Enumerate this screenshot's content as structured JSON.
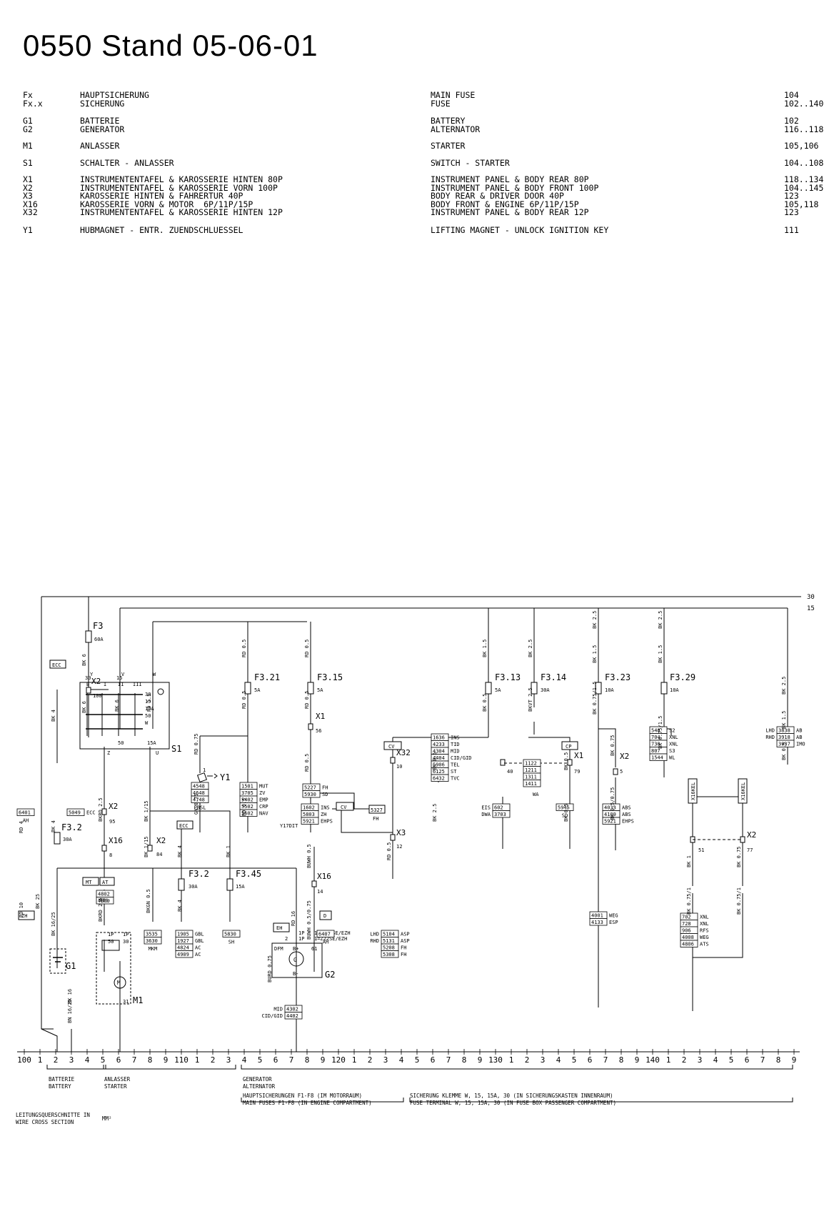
{
  "title": "0550 Stand 05-06-01",
  "legend": [
    {
      "codes": "Fx\nFx.x",
      "de": "HAUPTSICHERUNG\nSICHERUNG",
      "en": "MAIN FUSE\nFUSE",
      "ref": "104\n102..140"
    },
    {
      "codes": "G1\nG2",
      "de": "BATTERIE\nGENERATOR",
      "en": "BATTERY\nALTERNATOR",
      "ref": "102\n116..118"
    },
    {
      "codes": "M1",
      "de": "ANLASSER",
      "en": "STARTER",
      "ref": "105,106"
    },
    {
      "codes": "S1",
      "de": "SCHALTER - ANLASSER",
      "en": "SWITCH - STARTER",
      "ref": "104..108"
    },
    {
      "codes": "X1\nX2\nX3\nX16\nX32",
      "de": "INSTRUMENTENTAFEL & KAROSSERIE HINTEN 80P\nINSTRUMENTENTAFEL & KAROSSERIE VORN 100P\nKAROSSERIE HINTEN & FAHRERTUR 40P\nKAROSSERIE VORN & MOTOR  6P/11P/15P\nINSTRUMENTENTAFEL & KAROSSERIE HINTEN 12P",
      "en": "INSTRUMENT PANEL & BODY REAR 80P\nINSTRUMENT PANEL & BODY FRONT 100P\nBODY REAR & DRIVER DOOR 40P\nBODY FRONT & ENGINE 6P/11P/15P\nINSTRUMENT PANEL & BODY REAR 12P",
      "ref": "118..134\n104..145\n123\n105,118\n123"
    },
    {
      "codes": "Y1",
      "de": "HUBMAGNET - ENTR. ZUENDSCHLUESSEL",
      "en": "LIFTING MAGNET - UNLOCK IGNITION KEY",
      "ref": "111"
    }
  ],
  "schematic": {
    "rails": [
      "30",
      "15"
    ],
    "fuses": [
      {
        "name": "F3",
        "rating": "60A"
      },
      {
        "name": "F3.21",
        "rating": "5A"
      },
      {
        "name": "F3.15",
        "rating": "5A"
      },
      {
        "name": "F3.13",
        "rating": "5A"
      },
      {
        "name": "F3.14",
        "rating": "30A"
      },
      {
        "name": "F3.23",
        "rating": "10A"
      },
      {
        "name": "F3.29",
        "rating": "10A"
      },
      {
        "name": "F3.2",
        "rating": "30A"
      },
      {
        "name": "F3.2",
        "rating": "30A"
      },
      {
        "name": "F3.45",
        "rating": "15A"
      }
    ],
    "connectors": [
      {
        "name": "X2",
        "pin": "100"
      },
      {
        "name": "X1",
        "pin": "56"
      },
      {
        "name": "X32",
        "pin": "10"
      },
      {
        "name": "X1",
        "pin": "40"
      },
      {
        "name": "X1",
        "pin": "79"
      },
      {
        "name": "X2",
        "pin": "5"
      },
      {
        "name": "X2",
        "pin": "95"
      },
      {
        "name": "X16",
        "pin": "8"
      },
      {
        "name": "X2",
        "pin": "84"
      },
      {
        "name": "X3",
        "pin": "12"
      },
      {
        "name": "X16",
        "pin": "14"
      },
      {
        "name": "X2",
        "pin": "51"
      },
      {
        "name": "X2",
        "pin": "77"
      }
    ],
    "components": {
      "S1": "S1",
      "Y1": "Y1",
      "G1": "G1",
      "G2": "G2",
      "M1": "M1",
      "switch_terminals": [
        "30",
        "15",
        "Y",
        "V",
        "W",
        "B",
        "I",
        "II",
        "III",
        "30",
        "15",
        "15A",
        "50",
        "W",
        "50",
        "15A",
        "Z",
        "U"
      ],
      "y17dit": "Y17DIT",
      "g2_terms": [
        "DFM",
        "B+",
        "61",
        "B-",
        "2",
        "1P",
        "1P"
      ],
      "g2_note": [
        "1P=Z22SE/EZH",
        "1=Z22SE/EZH"
      ],
      "m1_terms": [
        "1P",
        "1P",
        "50",
        "30",
        "31"
      ]
    },
    "wire_labels": [
      "BK 6",
      "BK 6",
      "BK 6",
      "RD 1.5",
      "RD 0.5",
      "RD 0.5",
      "RD 0.5",
      "RD 0.5",
      "RD 0.75",
      "GN 0.75",
      "RD 0.5",
      "RD 0.5",
      "RD 0.5",
      "BK 1.5",
      "BK 0.5",
      "BK 2.5",
      "BKVT 2.5",
      "BK 2.5",
      "BK 1.5",
      "BK 0.75/1.5",
      "BK 0.75",
      "BK 0.5/0.75",
      "BK 2.5",
      "BK 1.5",
      "BK 0.75/1.5",
      "BK 2.5",
      "BK 1.5",
      "BK 0.5",
      "BK 0.5",
      "BK 2.5",
      "BK 0.5",
      "BK 0.5",
      "BK 4",
      "BK 4",
      "BKRD 2.5",
      "BK 1/15",
      "BK 1/15",
      "BK 4",
      "BK 1",
      "BK 1",
      "BK 0.75",
      "BK 0.75/1",
      "BK 0.75/1",
      "BK 4",
      "RD 4",
      "RD 10",
      "BK 25",
      "BK 16/25",
      "BN 16/25",
      "BK 16",
      "BKRD 2.5",
      "BKGN 0.5",
      "RD 16",
      "BUWH 0.5",
      "BUWH 0.5/0.75",
      "BURD 0.75"
    ],
    "boxes": {
      "ecc": "ECC",
      "cv": "CV",
      "cv2": "CV",
      "cp": "CP",
      "ecc2": "ECC",
      "mt": "MT",
      "at": "AT",
      "zh": "ZH",
      "eh": "EH",
      "d": "D",
      "x16kel1": "X16KEL",
      "x16kel2": "X16KEL",
      "fh_small": "5327",
      "fh_lbl": "FH",
      "wa_lbl": "WA"
    },
    "ref_blocks": [
      {
        "id": "ins1",
        "rows": [
          [
            "1636",
            "INS"
          ],
          [
            "4233",
            "TID"
          ],
          [
            "4304",
            "MID"
          ],
          [
            "4404",
            "CID/GID"
          ],
          [
            "5906",
            "TEL"
          ],
          [
            "6125",
            "ST"
          ],
          [
            "6432",
            "TVC"
          ]
        ]
      },
      {
        "id": "pbsl",
        "rows": [
          [
            "4548",
            ""
          ],
          [
            "4648",
            ""
          ],
          [
            "4748",
            ""
          ]
        ],
        "caption": "PBSL"
      },
      {
        "id": "mut",
        "rows": [
          [
            "1501",
            "MUT"
          ],
          [
            "3705",
            "ZV"
          ],
          [
            "5402",
            "EMP"
          ],
          [
            "5502",
            "CRP"
          ],
          [
            "5602",
            "NAV"
          ]
        ]
      },
      {
        "id": "fhsd",
        "rows": [
          [
            "5227",
            "FH"
          ],
          [
            "5930",
            "SD"
          ]
        ]
      },
      {
        "id": "wa",
        "rows": [
          [
            "1122",
            ""
          ],
          [
            "1211",
            ""
          ],
          [
            "1311",
            ""
          ],
          [
            "1411",
            ""
          ]
        ]
      },
      {
        "id": "sd",
        "rows": [
          [
            "5945",
            ""
          ]
        ],
        "caption": "SD"
      },
      {
        "id": "eis",
        "rows": [
          [
            "602",
            ""
          ],
          [
            "3703",
            ""
          ]
        ],
        "left": [
          "EIS",
          "DWA"
        ]
      },
      {
        "id": "abs",
        "rows": [
          [
            "4033",
            "ABS"
          ],
          [
            "4109",
            "ABS"
          ],
          [
            "5921",
            "EHPS"
          ]
        ]
      },
      {
        "id": "s2",
        "rows": [
          [
            "548",
            "S2"
          ],
          [
            "704",
            "XNL"
          ],
          [
            "730",
            "XNL"
          ],
          [
            "807",
            "S3"
          ],
          [
            "1544",
            "WL"
          ]
        ]
      },
      {
        "id": "ab",
        "rows": [
          [
            "3838",
            "AB"
          ],
          [
            "3918",
            "AB"
          ],
          [
            "3937",
            "IMO"
          ]
        ],
        "left": [
          "LHD",
          "RHD",
          ""
        ]
      },
      {
        "id": "ah1",
        "rows": [
          [
            "6401",
            ""
          ]
        ],
        "caption": "AH"
      },
      {
        "id": "ecc3",
        "rows": [
          [
            "5049",
            "ECC"
          ]
        ]
      },
      {
        "id": "ats",
        "rows": [
          [
            "4802",
            ""
          ],
          [
            "4809",
            ""
          ]
        ],
        "mid": "ATS"
      },
      {
        "id": "ins2",
        "rows": [
          [
            "1602",
            "INS"
          ],
          [
            "5803",
            "ZH"
          ],
          [
            "5921",
            "EHPS"
          ]
        ]
      },
      {
        "id": "mkm",
        "rows": [
          [
            "3535",
            ""
          ],
          [
            "3630",
            ""
          ]
        ],
        "caption": "MKM"
      },
      {
        "id": "gbl",
        "rows": [
          [
            "1905",
            "GBL"
          ],
          [
            "1927",
            "GBL"
          ],
          [
            "4824",
            "AC"
          ],
          [
            "4909",
            "AC"
          ]
        ]
      },
      {
        "id": "sh",
        "rows": [
          [
            "5830",
            ""
          ]
        ],
        "caption": "SH"
      },
      {
        "id": "ah2",
        "rows": [
          [
            "6407",
            ""
          ]
        ],
        "caption": "AH"
      },
      {
        "id": "asp",
        "rows": [
          [
            "5104",
            "ASP"
          ],
          [
            "5131",
            "ASP"
          ],
          [
            "5208",
            "FH"
          ],
          [
            "5308",
            "FH"
          ]
        ],
        "left": [
          "LHD",
          "RHD",
          "",
          ""
        ]
      },
      {
        "id": "mid",
        "rows": [
          [
            "4302",
            ""
          ],
          [
            "4402",
            ""
          ]
        ],
        "left": [
          "MID",
          "CID/GID"
        ]
      },
      {
        "id": "weg",
        "rows": [
          [
            "4001",
            "WEG"
          ],
          [
            "4133",
            "ESP"
          ]
        ]
      },
      {
        "id": "xnl",
        "rows": [
          [
            "702",
            "XNL"
          ],
          [
            "728",
            "XNL"
          ],
          [
            "906",
            "RFS"
          ],
          [
            "4008",
            "WEG"
          ],
          [
            "4806",
            "ATS"
          ]
        ]
      }
    ],
    "ruler": [
      "100",
      "1",
      "2",
      "3",
      "4",
      "5",
      "6",
      "7",
      "8",
      "9",
      "110",
      "1",
      "2",
      "3",
      "4",
      "5",
      "6",
      "7",
      "8",
      "9",
      "120",
      "1",
      "2",
      "3",
      "4",
      "5",
      "6",
      "7",
      "8",
      "9",
      "130",
      "1",
      "2",
      "3",
      "4",
      "5",
      "6",
      "7",
      "8",
      "9",
      "140",
      "1",
      "2",
      "3",
      "4",
      "5",
      "6",
      "7",
      "8",
      "9"
    ],
    "sections": [
      {
        "de": "BATTERIE",
        "en": "BATTERY"
      },
      {
        "de": "ANLASSER",
        "en": "STARTER"
      },
      {
        "de": "GENERATOR",
        "en": "ALTERNATOR"
      },
      {
        "de": "HAUPTSICHERUNGEN F1-F8 (IM MOTORRAUM)",
        "en": "MAIN FUSES F1-F8 (IN ENGINE COMPARTMENT)"
      },
      {
        "de": "SICHERUNG KLEMME W, 15, 15A, 30 (IN SICHERUNGSKASTEN INNENRAUM)",
        "en": "FUSE TERMINAL W, 15, 15A, 30 (IN FUSE BOX PASSENGER COMPARTMENT)"
      }
    ],
    "wire_cross": {
      "de": "LEITUNGSQUERSCHNITTE IN",
      "en": "WIRE CROSS SECTION",
      "unit": "MM²"
    }
  }
}
